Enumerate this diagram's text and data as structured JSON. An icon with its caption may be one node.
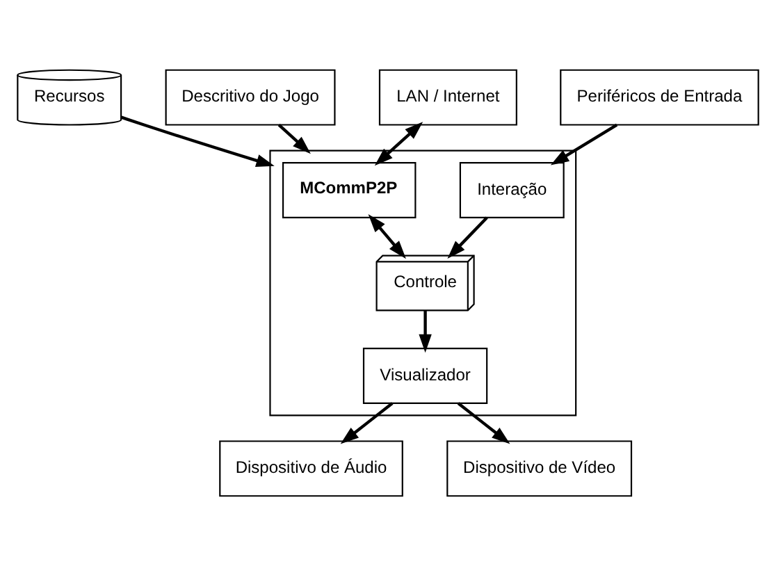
{
  "diagram": {
    "nodes": [
      {
        "text": [
          "Recursos"
        ]
      },
      {
        "text": [
          "Descritivo do Jogo"
        ]
      },
      {
        "text": [],
        "shape": "box"
      },
      {
        "text": [
          "LAN / Internet"
        ]
      },
      {
        "text": [
          "MCommP2P"
        ],
        "in": 2
      },
      {
        "text": [
          "Interação"
        ],
        "in": 2
      },
      {
        "text": [
          "Periféricos de Entrada"
        ]
      },
      {
        "text": [
          "Controle"
        ],
        "in": 2
      },
      {
        "text": [
          "Visualizador"
        ],
        "in": 2
      },
      {
        "text": [
          "Dispositivo de Áudio"
        ]
      },
      {
        "text": [
          "Dispositivo de Vídeo"
        ]
      }
    ],
    "edges": [
      {
        "from": 0,
        "to": 2,
        "arrow": "to"
      },
      {
        "from": 1,
        "to": 2,
        "arrow": "to"
      },
      {
        "from": 3,
        "to": 4,
        "arrow": "both"
      },
      {
        "from": 6,
        "to": 5,
        "arrow": "to"
      },
      {
        "from": 4,
        "to": 7,
        "arrow": "both"
      },
      {
        "from": 5,
        "to": 7,
        "arrow": "to"
      },
      {
        "from": 7,
        "to": 8,
        "arrow": "to"
      },
      {
        "from": 8,
        "to": 9,
        "arrow": "to"
      },
      {
        "from": 8,
        "to": 10,
        "arrow": "to"
      }
    ]
  }
}
